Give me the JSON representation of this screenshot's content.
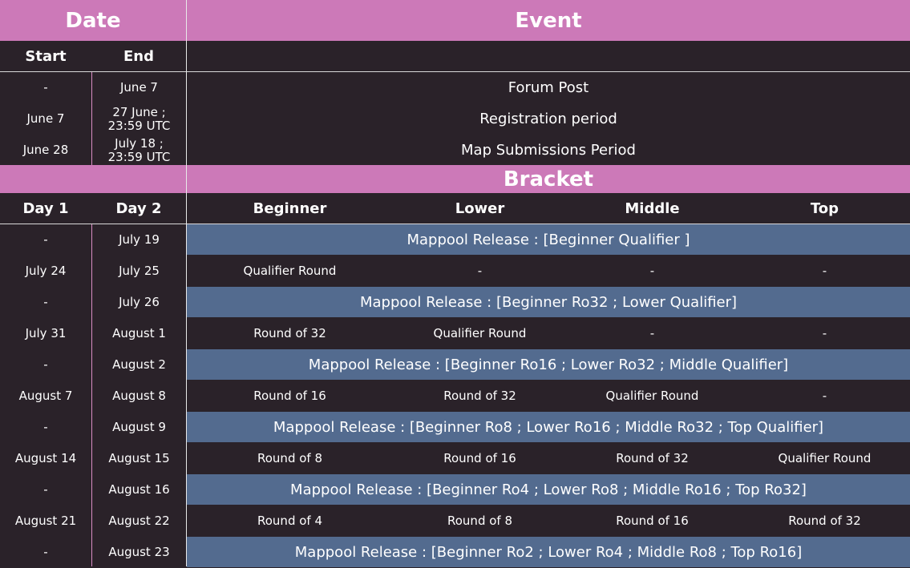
{
  "header": {
    "date": "Date",
    "event": "Event",
    "start": "Start",
    "end": "End"
  },
  "events": [
    {
      "start": "-",
      "end": "June 7",
      "name": "Forum Post"
    },
    {
      "start": "June 7",
      "end": "27 June ;\n23:59 UTC",
      "name": "Registration period"
    },
    {
      "start": "June 28",
      "end": "July 18 ;\n23:59 UTC",
      "name": "Map Submissions Period"
    }
  ],
  "bracket": {
    "title": "Bracket",
    "day1": "Day 1",
    "day2": "Day 2",
    "tiers": [
      "Beginner",
      "Lower",
      "Middle",
      "Top"
    ]
  },
  "schedule": [
    {
      "day1": "-",
      "day2": "July 19",
      "release": "Mappool Release : [Beginner Qualifier ]"
    },
    {
      "day1": "July 24",
      "day2": "July 25",
      "rounds": [
        "Qualifier Round",
        "-",
        "-",
        "-"
      ]
    },
    {
      "day1": "-",
      "day2": "July 26",
      "release": "Mappool Release : [Beginner Ro32 ; Lower Qualifier]"
    },
    {
      "day1": "July 31",
      "day2": "August 1",
      "rounds": [
        "Round of 32",
        "Qualifier Round",
        "-",
        "-"
      ]
    },
    {
      "day1": "-",
      "day2": "August 2",
      "release": "Mappool Release : [Beginner Ro16 ; Lower Ro32 ; Middle Qualifier]"
    },
    {
      "day1": "August 7",
      "day2": "August 8",
      "rounds": [
        "Round of 16",
        "Round of 32",
        "Qualifier Round",
        "-"
      ]
    },
    {
      "day1": "-",
      "day2": "August 9",
      "release": "Mappool Release : [Beginner Ro8 ; Lower Ro16 ; Middle Ro32 ; Top Qualifier]"
    },
    {
      "day1": "August 14",
      "day2": "August 15",
      "rounds": [
        "Round of 8",
        "Round of 16",
        "Round of 32",
        "Qualifier Round"
      ]
    },
    {
      "day1": "-",
      "day2": "August 16",
      "release": "Mappool Release : [Beginner Ro4 ; Lower Ro8 ; Middle Ro16 ; Top Ro32]"
    },
    {
      "day1": "August 21",
      "day2": "August 22",
      "rounds": [
        "Round of 4",
        "Round of 8",
        "Round of 16",
        "Round of 32"
      ]
    },
    {
      "day1": "-",
      "day2": "August 23",
      "release": "Mappool Release : [Beginner Ro2 ; Lower Ro4 ; Middle Ro8 ; Top Ro16]"
    }
  ],
  "colors": {
    "header": "#cc79b8",
    "background": "#2a2229",
    "release_row": "#536b8f",
    "divider": "#d88cc3"
  }
}
